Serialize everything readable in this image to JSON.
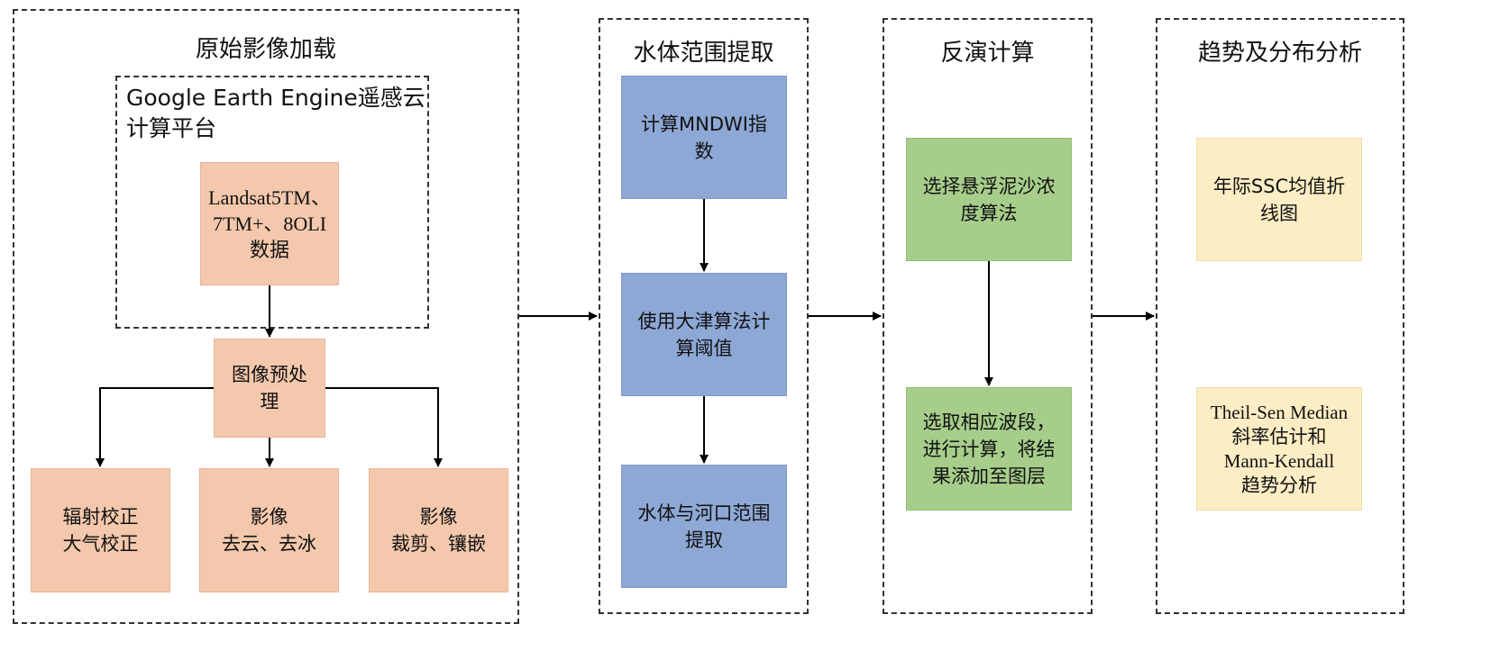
{
  "panels": {
    "load": {
      "title": "原始影像加载"
    },
    "extract": {
      "title": "水体范围提取"
    },
    "inversion": {
      "title": "反演计算"
    },
    "trend": {
      "title": "趋势及分布分析"
    }
  },
  "gee": {
    "title": "Google Earth Engine遥感云\n计算平台",
    "data_box": "Landsat5TM、\n7TM+、8OLI\n数据"
  },
  "preprocess": {
    "label": "图像预处\n理",
    "radiometric": "辐射校正\n大气校正",
    "cloud": "影像\n去云、去冰",
    "clip": "影像\n裁剪、镶嵌"
  },
  "extract_steps": {
    "mndwi": "计算MNDWI指\n数",
    "otsu": "使用大津算法计\n算阈值",
    "water": "水体与河口范围\n提取"
  },
  "inversion_steps": {
    "select_algo": "选择悬浮泥沙浓\n度算法",
    "compute": "选取相应波段，\n进行计算，将结\n果添加至图层"
  },
  "trend_steps": {
    "annual": "年际SSC均值折\n线图",
    "theil": "Theil-Sen Median\n斜率估计和\nMann-Kendall\n趋势分析"
  },
  "colors": {
    "orange": "#f4c8ac",
    "blue": "#8ea8d6",
    "green": "#a6cd8a",
    "cream": "#fdedc5"
  }
}
